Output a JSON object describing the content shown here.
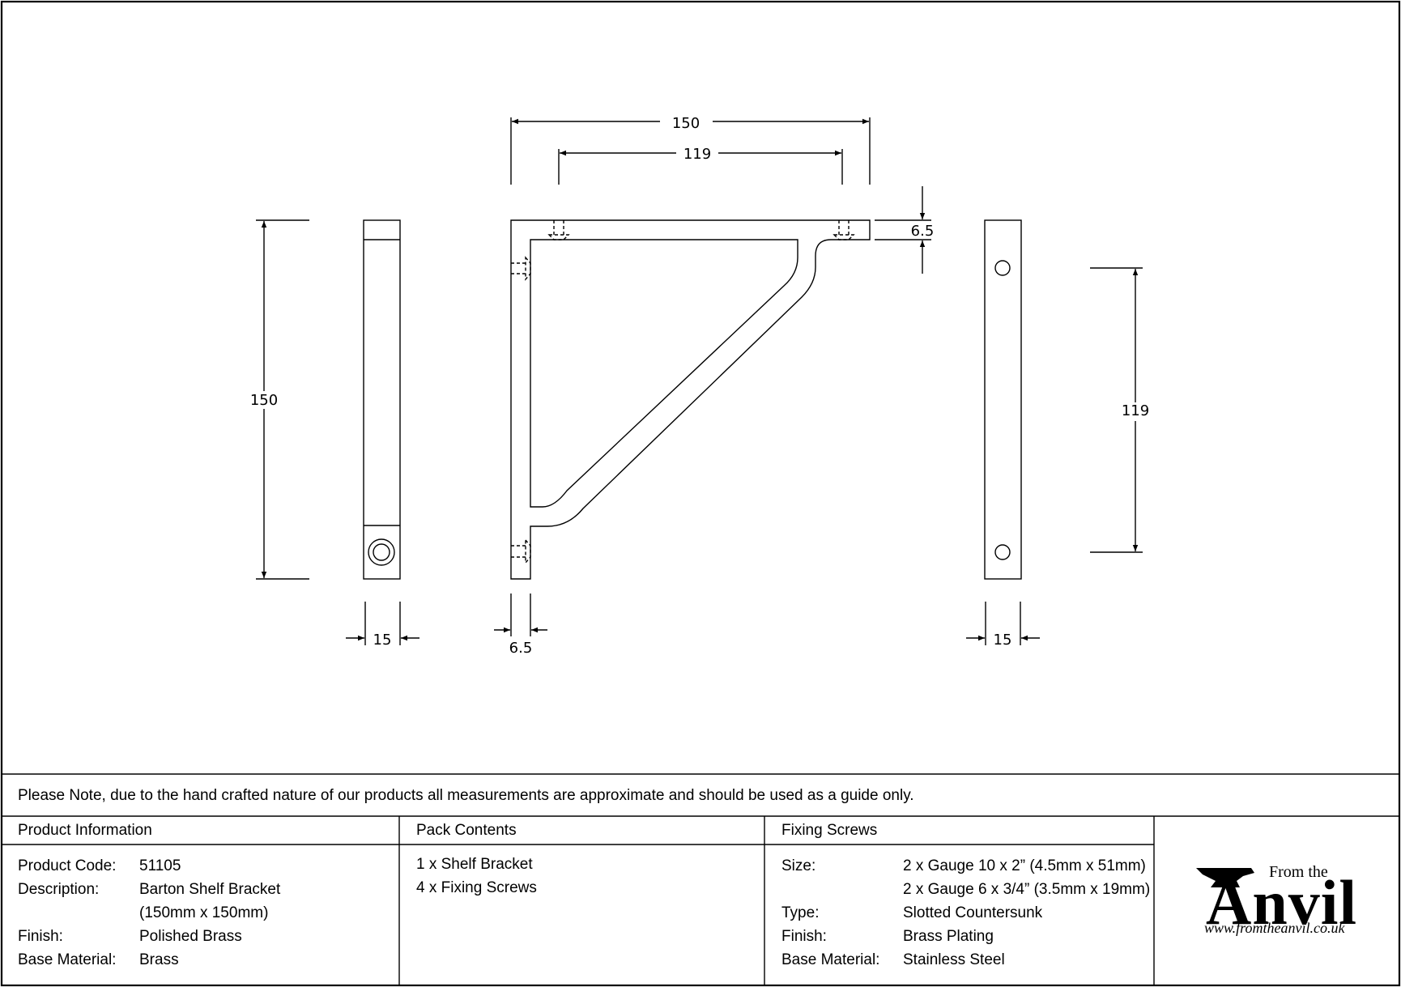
{
  "drawing": {
    "dims": {
      "overall_width": "150",
      "hole_spacing_top": "119",
      "overall_height": "150",
      "hole_spacing_right": "119",
      "top_thickness": "6.5",
      "side_thickness": "6.5",
      "left_width": "15",
      "right_width": "15"
    }
  },
  "note": "Please Note, due to the hand crafted nature of our products all measurements are approximate and should be used as a guide only.",
  "product_info": {
    "heading": "Product Information",
    "rows": [
      {
        "label": "Product Code:",
        "value": "51105"
      },
      {
        "label": "Description:",
        "value": "Barton Shelf Bracket"
      },
      {
        "label": "",
        "value": "(150mm x 150mm)"
      },
      {
        "label": "Finish:",
        "value": "Polished Brass"
      },
      {
        "label": "Base Material:",
        "value": "Brass"
      }
    ]
  },
  "pack_contents": {
    "heading": "Pack Contents",
    "items": [
      "1 x Shelf Bracket",
      "4 x Fixing Screws"
    ]
  },
  "fixing_screws": {
    "heading": "Fixing Screws",
    "rows": [
      {
        "label": "Size:",
        "value": "2 x Gauge 10 x 2” (4.5mm x 51mm)"
      },
      {
        "label": "",
        "value": "2 x Gauge 6 x 3/4” (3.5mm x 19mm)"
      },
      {
        "label": "Type:",
        "value": "Slotted Countersunk"
      },
      {
        "label": "Finish:",
        "value": "Brass Plating"
      },
      {
        "label": "Base Material:",
        "value": "Stainless Steel"
      }
    ]
  },
  "logo": {
    "from_text": "From the",
    "brand_text": "Anvil",
    "url_text": "www.fromtheanvil.co.uk"
  }
}
